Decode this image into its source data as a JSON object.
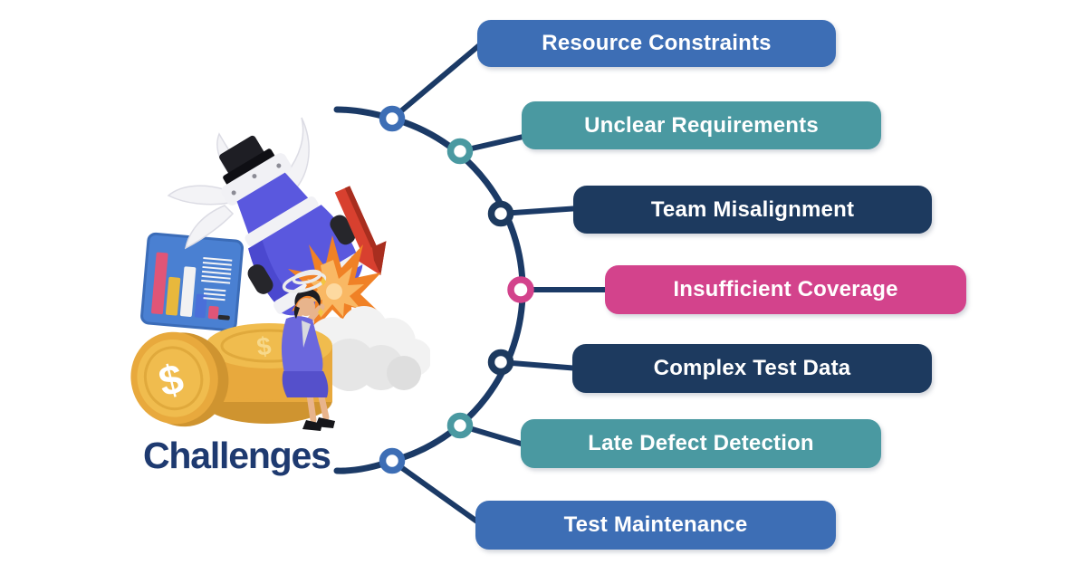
{
  "title": {
    "label": "Challenges",
    "color": "#1e3a70"
  },
  "connector": {
    "line_color": "#1b3a66",
    "node_fill": "#ffffff"
  },
  "items": [
    {
      "label": "Resource Constraints",
      "color": "#3d6eb5"
    },
    {
      "label": "Unclear Requirements",
      "color": "#4a99a1"
    },
    {
      "label": "Team Misalignment",
      "color": "#1d3a5f"
    },
    {
      "label": "Insufficient Coverage",
      "color": "#d3438c"
    },
    {
      "label": "Complex Test Data",
      "color": "#1d3a5f"
    },
    {
      "label": "Late Defect Detection",
      "color": "#4a99a1"
    },
    {
      "label": "Test Maintenance",
      "color": "#3d6eb5"
    }
  ],
  "illustration": {
    "icons": [
      "bar-chart-board-icon",
      "gold-coins-icon",
      "crashed-rocket-icon",
      "red-down-arrow-icon",
      "flame-icon",
      "smoke-cloud-icon",
      "dizzy-businesswoman-icon",
      "dizzy-swirl-icon"
    ]
  }
}
